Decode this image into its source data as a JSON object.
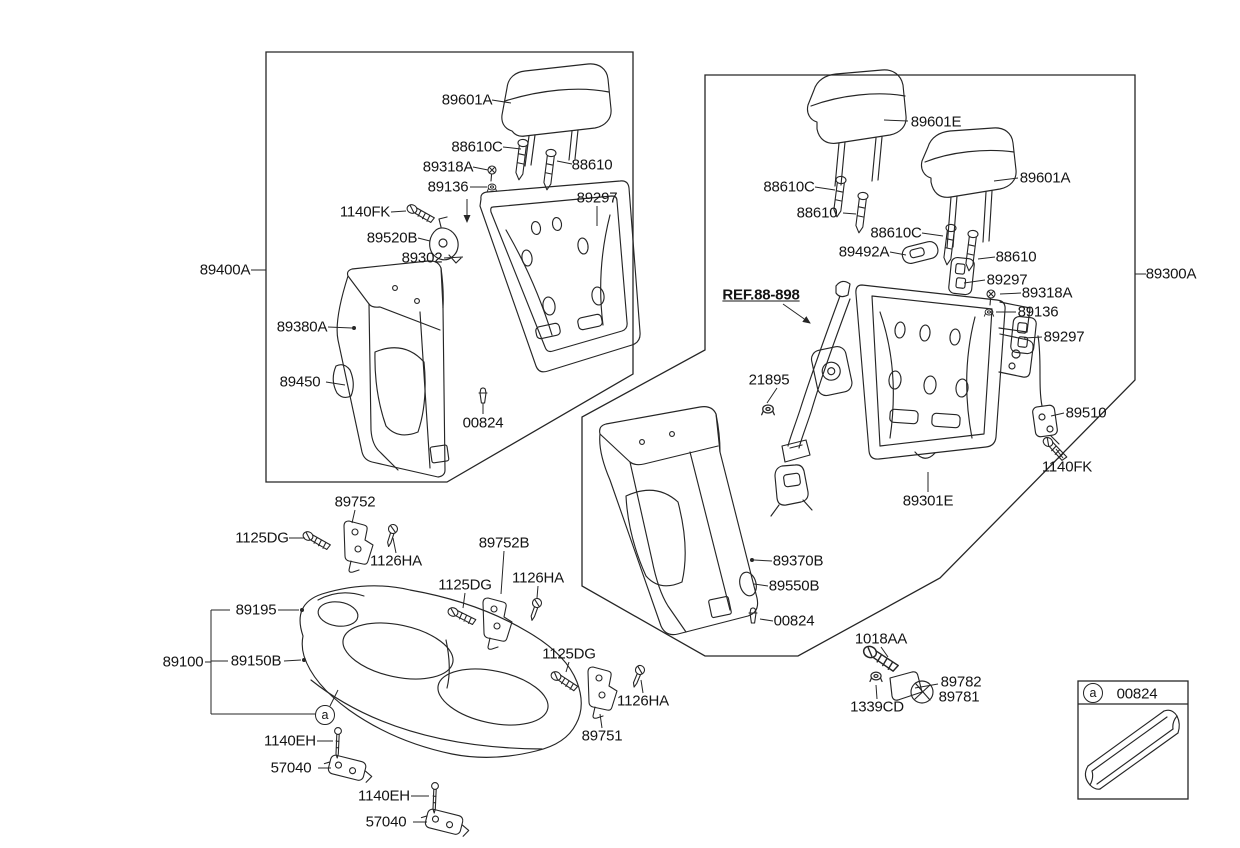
{
  "left_assembly": {
    "labels": [
      {
        "text": "89601A"
      },
      {
        "text": "88610C"
      },
      {
        "text": "89318A"
      },
      {
        "text": "88610"
      },
      {
        "text": "89136"
      },
      {
        "text": "89297"
      },
      {
        "text": "1140FK"
      },
      {
        "text": "89520B"
      },
      {
        "text": "89302"
      },
      {
        "text": "89400A"
      },
      {
        "text": "89380A"
      },
      {
        "text": "89450"
      },
      {
        "text": "00824"
      }
    ]
  },
  "right_assembly": {
    "labels": [
      {
        "text": "89601E"
      },
      {
        "text": "89601A"
      },
      {
        "text": "88610C"
      },
      {
        "text": "88610"
      },
      {
        "text": "88610C"
      },
      {
        "text": "89492A"
      },
      {
        "text": "88610"
      },
      {
        "text": "89297"
      },
      {
        "text": "89318A"
      },
      {
        "text": "89136"
      },
      {
        "text": "REF.88-898"
      },
      {
        "text": "89297"
      },
      {
        "text": "21895"
      },
      {
        "text": "89510"
      },
      {
        "text": "1140FK"
      },
      {
        "text": "89301E"
      },
      {
        "text": "89300A"
      },
      {
        "text": "89370B"
      },
      {
        "text": "89550B"
      },
      {
        "text": "00824"
      }
    ]
  },
  "cushion_assembly": {
    "labels": [
      {
        "text": "89752"
      },
      {
        "text": "1125DG"
      },
      {
        "text": "1126HA"
      },
      {
        "text": "89752B"
      },
      {
        "text": "1125DG"
      },
      {
        "text": "1126HA"
      },
      {
        "text": "89195"
      },
      {
        "text": "89150B"
      },
      {
        "text": "89100"
      },
      {
        "text": "1125DG"
      },
      {
        "text": "1126HA"
      },
      {
        "text": "89751"
      },
      {
        "text": "1140EH"
      },
      {
        "text": "57040"
      },
      {
        "text": "1140EH"
      },
      {
        "text": "57040"
      },
      {
        "text": "1018AA"
      },
      {
        "text": "89782"
      },
      {
        "text": "89781"
      },
      {
        "text": "1339CD"
      }
    ]
  },
  "markers": {
    "a": "a"
  },
  "legend": {
    "marker": "a",
    "part": "00824"
  }
}
